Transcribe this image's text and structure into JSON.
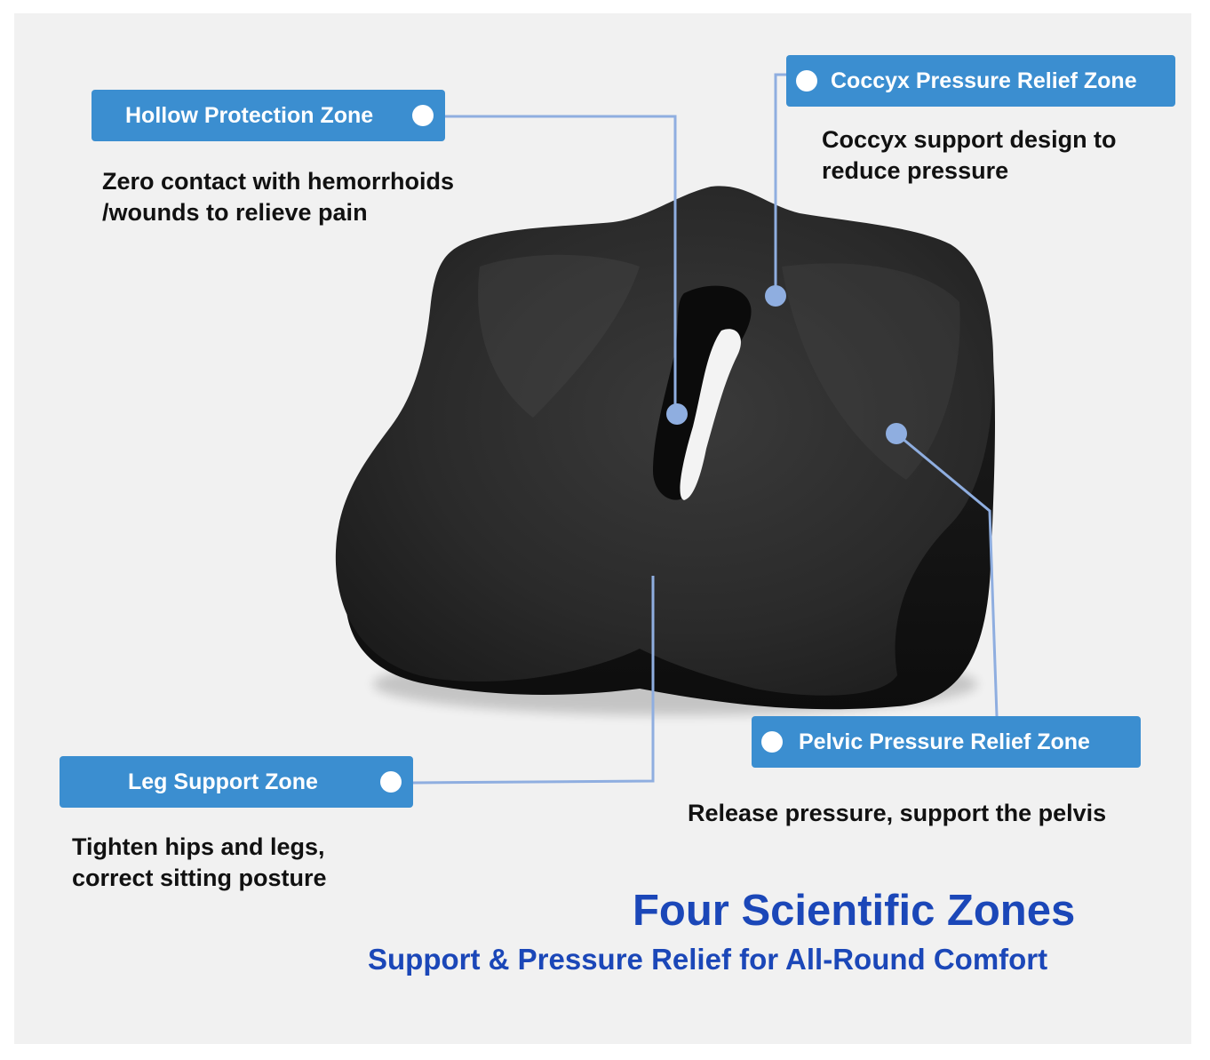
{
  "zones": {
    "hollow": {
      "label": "Hollow Protection Zone",
      "desc_line1": "Zero contact with hemorrhoids",
      "desc_line2": "/wounds to relieve pain"
    },
    "coccyx": {
      "label": "Coccyx Pressure Relief Zone",
      "desc_line1": "Coccyx support design to",
      "desc_line2": "reduce pressure"
    },
    "leg": {
      "label": "Leg Support Zone",
      "desc_line1": "Tighten hips and legs,",
      "desc_line2": "correct sitting posture"
    },
    "pelvic": {
      "label": "Pelvic Pressure Relief Zone",
      "desc_line1": "Release pressure, support the pelvis"
    }
  },
  "headline": {
    "title": "Four Scientific Zones",
    "subtitle": "Support & Pressure Relief for All-Round Comfort"
  },
  "colors": {
    "label_background": "#3b8ed0",
    "headline": "#1b47b8",
    "leader_line": "#8faee0",
    "cushion": "#222222",
    "panel_background": "#f1f1f1"
  }
}
